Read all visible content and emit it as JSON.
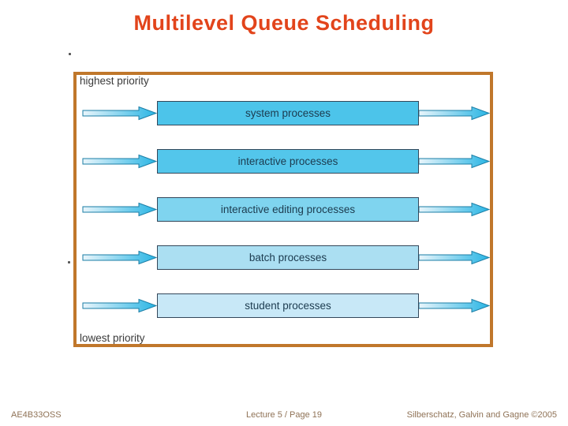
{
  "title": "Multilevel Queue Scheduling",
  "colors": {
    "title_color": "#e2441b",
    "frame_border": "#c0772b",
    "label_text": "#3a3a3a",
    "box_border": "#33475a",
    "box_text": "#1c3b4f",
    "arrow_light": "#e9f5fb",
    "arrow_dark": "#29b5e4",
    "arrow_stroke": "#1b7ea6",
    "footer_text": "#8f7256",
    "dot_color": "#555555"
  },
  "diagram": {
    "top_label": "highest priority",
    "bottom_label": "lowest priority",
    "queues": [
      {
        "label": "system processes",
        "fill": "#4cc4ea"
      },
      {
        "label": "interactive processes",
        "fill": "#53c6eb"
      },
      {
        "label": "interactive editing processes",
        "fill": "#7fd4ef"
      },
      {
        "label": "batch processes",
        "fill": "#abdff2"
      },
      {
        "label": "student processes",
        "fill": "#c8e8f7"
      }
    ]
  },
  "footer": {
    "left": "AE4B33OSS",
    "center": "Lecture 5 / Page 19",
    "right": "Silberschatz, Galvin and Gagne ©2005"
  }
}
